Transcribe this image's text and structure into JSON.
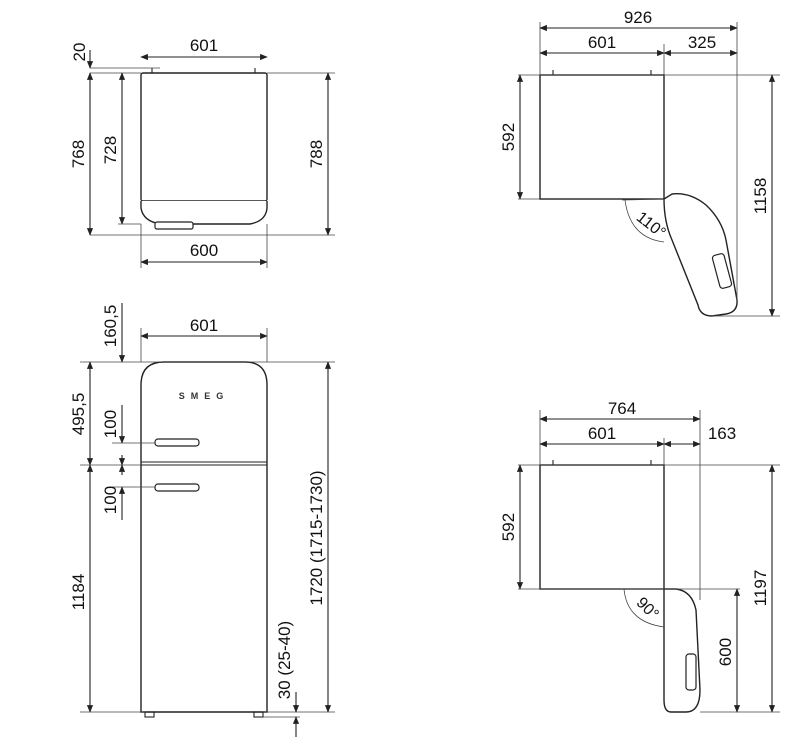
{
  "logo": "SMEG",
  "top_view": {
    "width_top": "601",
    "width_bottom": "600",
    "gap": "20",
    "depth_total": "768",
    "depth_body": "728",
    "depth_with_handle": "788"
  },
  "door_open_110": {
    "width_total": "926",
    "width_body": "601",
    "width_door": "325",
    "depth": "592",
    "depth_total": "1158",
    "angle": "110°"
  },
  "front_view": {
    "width": "601",
    "top_to_handle": "160,5",
    "freezer_height": "495,5",
    "handle_upper": "100",
    "handle_lower": "100",
    "fridge_height": "1184",
    "feet_clearance": "30 (25-40)",
    "total_height": "1720 (1715-1730)"
  },
  "door_open_90": {
    "width_total": "764",
    "width_body": "601",
    "width_door": "163",
    "depth": "592",
    "door_depth": "600",
    "depth_total": "1197",
    "angle": "90°"
  }
}
